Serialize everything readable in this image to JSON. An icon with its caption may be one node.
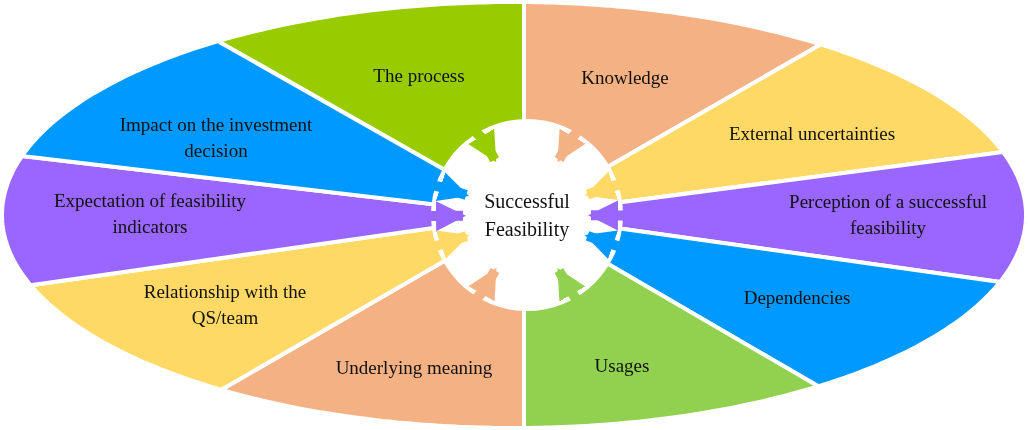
{
  "diagram": {
    "nodes": [
      {
        "text": [
          "The process"
        ]
      },
      {
        "text": [
          "Knowledge"
        ]
      },
      {
        "text": [
          "External uncertainties"
        ]
      },
      {
        "text": [
          "Perception of a successful feasibility"
        ]
      },
      {
        "text": [
          "Dependencies"
        ]
      },
      {
        "text": [
          "Usages"
        ]
      },
      {
        "text": [
          "Underlying meaning"
        ]
      },
      {
        "text": [
          "Relationship with the QS/team"
        ]
      },
      {
        "text": [
          "Expectation of feasibility indicators"
        ]
      },
      {
        "text": [
          "Impact on the investment decision"
        ]
      },
      {
        "text": [
          "Successful Feasibility"
        ]
      }
    ],
    "edges": [
      {
        "from": 0,
        "to": 10,
        "arrow": "to",
        "color": "#99cc00"
      },
      {
        "from": 1,
        "to": 10,
        "arrow": "to",
        "color": "#f4b183"
      },
      {
        "from": 2,
        "to": 10,
        "arrow": "to",
        "color": "#ffd966"
      },
      {
        "from": 3,
        "to": 10,
        "arrow": "to",
        "color": "#9966ff"
      },
      {
        "from": 4,
        "to": 10,
        "arrow": "to",
        "color": "#0099ff"
      },
      {
        "from": 5,
        "to": 10,
        "arrow": "to",
        "color": "#92d050"
      },
      {
        "from": 6,
        "to": 10,
        "arrow": "to",
        "color": "#f4b183"
      },
      {
        "from": 7,
        "to": 10,
        "arrow": "to",
        "color": "#ffd966"
      },
      {
        "from": 8,
        "to": 10,
        "arrow": "to",
        "color": "#9966ff"
      },
      {
        "from": 9,
        "to": 10,
        "arrow": "to",
        "color": "#0099ff"
      }
    ]
  }
}
